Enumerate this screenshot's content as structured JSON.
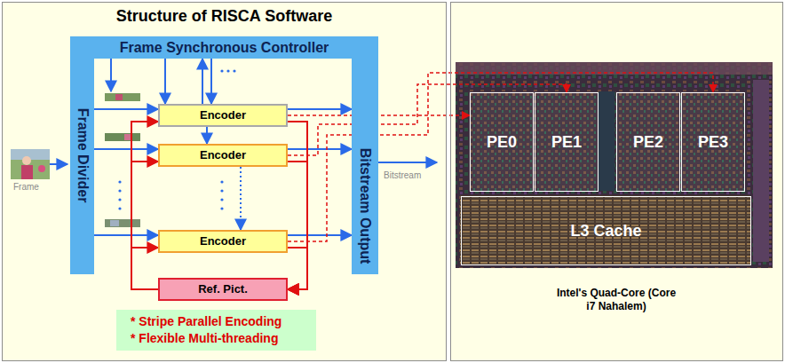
{
  "diagram": {
    "nodes": [
      {
        "text": [
          "Structure of RISCA Software"
        ]
      },
      {
        "text": [
          "Frame Synchronous Controller"
        ],
        "in": 0
      },
      {
        "text": [
          "Frame Divider"
        ],
        "in": 0
      },
      {
        "text": [
          "Bitstream Output"
        ],
        "in": 0
      },
      {
        "text": [
          "Encoder"
        ],
        "in": 0
      },
      {
        "text": [
          "Encoder"
        ],
        "in": 0
      },
      {
        "text": [
          "Encoder"
        ],
        "in": 0
      },
      {
        "text": [
          "Ref. Pict."
        ],
        "in": 0
      },
      {
        "text": [
          "* Stripe Parallel Encoding",
          "* Flexible Multi-threading"
        ],
        "in": 0
      },
      {
        "text": [
          "Intel's Quad-Core (Core i7 Nahalem)"
        ]
      },
      {
        "text": [
          "PE0"
        ],
        "in": 9
      },
      {
        "text": [
          "PE1"
        ],
        "in": 9
      },
      {
        "text": [
          "PE2"
        ],
        "in": 9
      },
      {
        "text": [
          "PE3"
        ],
        "in": 9
      },
      {
        "text": [
          "L3 Cache"
        ],
        "in": 9
      }
    ],
    "edges": [
      {
        "from": 2,
        "to": 4,
        "arrow": "to"
      },
      {
        "from": 2,
        "to": 5,
        "arrow": "to"
      },
      {
        "from": 2,
        "to": 6,
        "arrow": "to"
      },
      {
        "from": 4,
        "to": 3,
        "arrow": "to"
      },
      {
        "from": 5,
        "to": 3,
        "arrow": "to"
      },
      {
        "from": 6,
        "to": 3,
        "arrow": "to"
      },
      {
        "from": 1,
        "to": 4,
        "arrow": "to"
      },
      {
        "from": 4,
        "to": 1,
        "arrow": "to"
      },
      {
        "from": 1,
        "to": 4,
        "arrow": "to"
      },
      {
        "from": 4,
        "to": 5,
        "arrow": "to"
      },
      {
        "from": 5,
        "to": 6,
        "arrow": "to"
      },
      {
        "from": 4,
        "to": 7,
        "arrow": "to"
      },
      {
        "from": 5,
        "to": 7,
        "arrow": "to"
      },
      {
        "from": 6,
        "to": 7,
        "arrow": "to"
      },
      {
        "from": 7,
        "to": 4,
        "arrow": "to"
      },
      {
        "from": 7,
        "to": 5,
        "arrow": "to"
      },
      {
        "from": 7,
        "to": 6,
        "arrow": "to"
      },
      {
        "from": 4,
        "to": 10,
        "arrow": "to"
      },
      {
        "from": 5,
        "to": 11,
        "arrow": "to"
      },
      {
        "from": 6,
        "to": 13,
        "arrow": "to"
      }
    ],
    "labels": [
      "Frame",
      "Bitstream"
    ]
  }
}
